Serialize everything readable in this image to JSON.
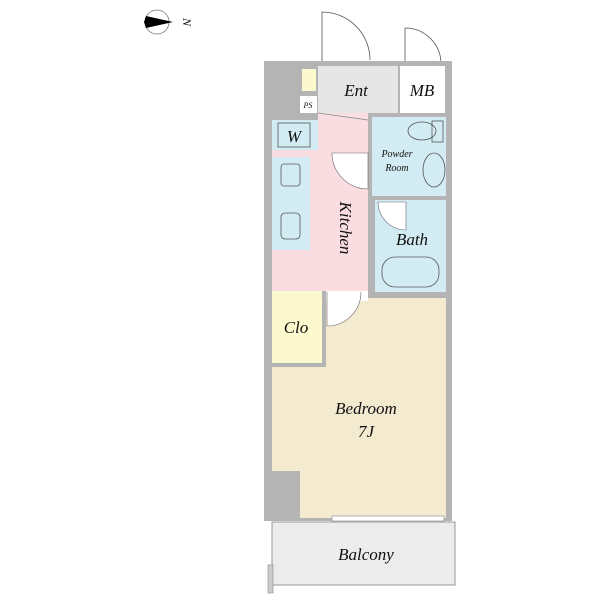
{
  "compass": {
    "label": "N",
    "icon": "north-arrow-icon"
  },
  "rooms": {
    "entrance": "Ent",
    "meter_box": "MB",
    "pipe_space": "PS",
    "washer": "W",
    "powder_room_line1": "Powder",
    "powder_room_line2": "Room",
    "kitchen": "Kitchen",
    "bath": "Bath",
    "closet": "Clo",
    "bedroom": "Bedroom",
    "bedroom_size": "7J",
    "balcony": "Balcony"
  },
  "colors": {
    "wall": "#b4b4b4",
    "entrance": "#e6e6e6",
    "kitchen": "#fadde1",
    "wet_area": "#d3ecf3",
    "closet": "#fcf9cf",
    "bedroom": "#f3ead0",
    "balcony": "#ececec"
  }
}
